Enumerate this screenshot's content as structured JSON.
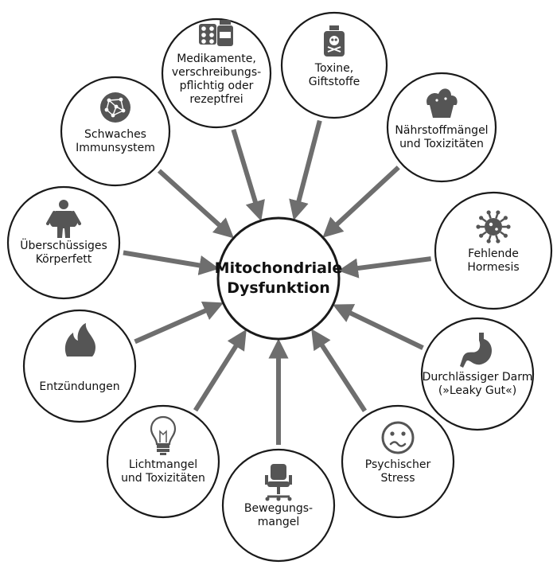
{
  "center": {
    "lines": [
      "Mitochondriale",
      "Dysfunktion"
    ]
  },
  "colors": {
    "arrow": "#6e6e6e",
    "icon": "#555555",
    "stroke": "#1a1a1a",
    "background": "#ffffff"
  },
  "causes": [
    {
      "id": "medikamente",
      "icon": "pills-bottle-icon",
      "lines": [
        "Medikamente,",
        "verschreibungs-",
        "pflichtig oder",
        "rezeptfrei"
      ]
    },
    {
      "id": "toxine",
      "icon": "poison-bottle-icon",
      "lines": [
        "Toxine,",
        "Giftstoffe"
      ]
    },
    {
      "id": "naehrstoff",
      "icon": "cupcake-icon",
      "lines": [
        "Nährstoffmängel",
        "und Toxizitäten"
      ]
    },
    {
      "id": "hormesis",
      "icon": "virus-icon",
      "lines": [
        "Fehlende",
        "Hormesis"
      ]
    },
    {
      "id": "darm",
      "icon": "stomach-icon",
      "lines": [
        "Durchlässiger Darm",
        "(»Leaky Gut«)"
      ]
    },
    {
      "id": "stress",
      "icon": "worried-face-icon",
      "lines": [
        "Psychischer",
        "Stress"
      ]
    },
    {
      "id": "bewegung",
      "icon": "office-chair-icon",
      "lines": [
        "Bewegungs-",
        "mangel"
      ]
    },
    {
      "id": "licht",
      "icon": "light-bulb-icon",
      "lines": [
        "Lichtmangel",
        "und Toxizitäten"
      ]
    },
    {
      "id": "entzuendung",
      "icon": "flame-icon",
      "lines": [
        "Entzündungen"
      ]
    },
    {
      "id": "koerperfett",
      "icon": "body-figure-icon",
      "lines": [
        "Überschüssiges",
        "Körperfett"
      ]
    },
    {
      "id": "immun",
      "icon": "network-cell-icon",
      "lines": [
        "Schwaches",
        "Immunsystem"
      ]
    }
  ]
}
